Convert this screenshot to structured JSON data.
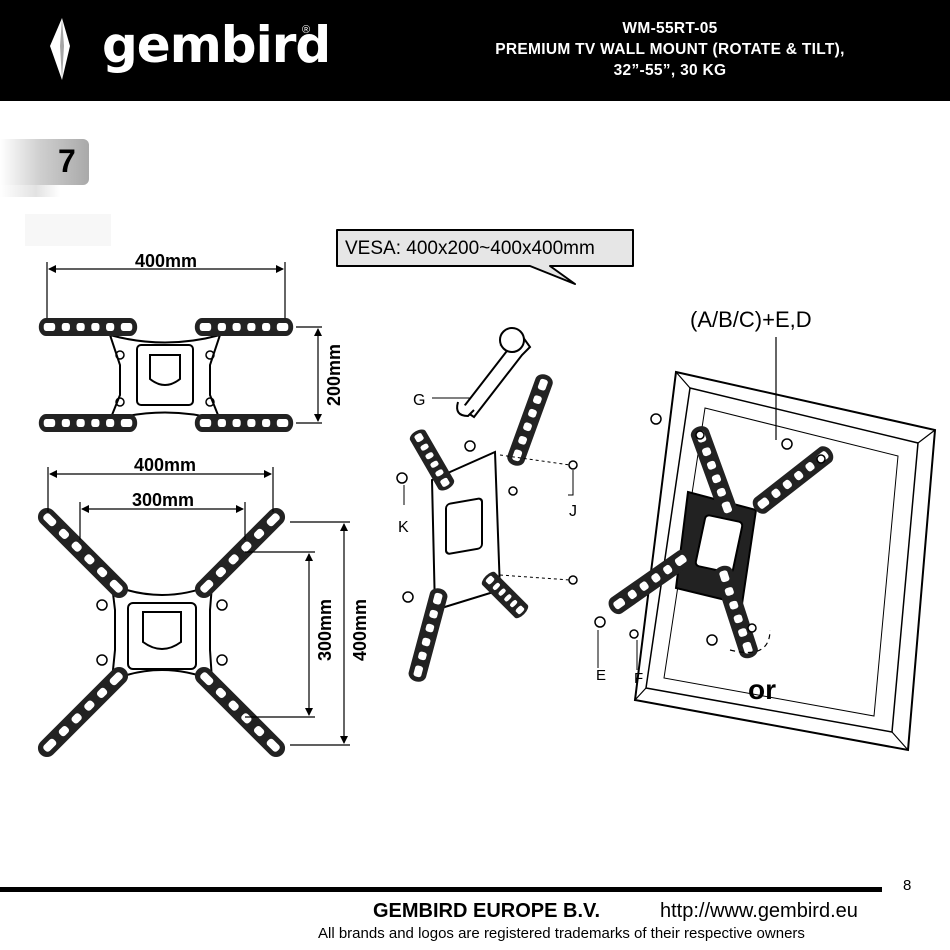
{
  "header": {
    "brand": "gembird",
    "brand_mark": "®",
    "model": "WM-55RT-05",
    "title_line1": "PREMIUM TV WALL MOUNT (ROTATE & TILT),",
    "title_line2": "32”-55”, 30 KG"
  },
  "step": {
    "number": "7"
  },
  "diagram": {
    "vesa_callout": "VESA: 400x200~400x400mm",
    "top_mount": {
      "width_label": "400mm",
      "height_label": "200mm"
    },
    "bottom_mount": {
      "outer_width_label": "400mm",
      "inner_width_label": "300mm",
      "inner_height_label": "300mm",
      "outer_height_label": "400mm"
    },
    "parts": {
      "g": "G",
      "k": "K",
      "j": "J",
      "combo": "(A/B/C)+E,D",
      "e": "E",
      "f": "F",
      "or": "or"
    }
  },
  "footer": {
    "page": "8",
    "company": "GEMBIRD EUROPE B.V.",
    "url": "http://www.gembird.eu",
    "note": "All brands and logos are registered trademarks of their respective owners"
  }
}
